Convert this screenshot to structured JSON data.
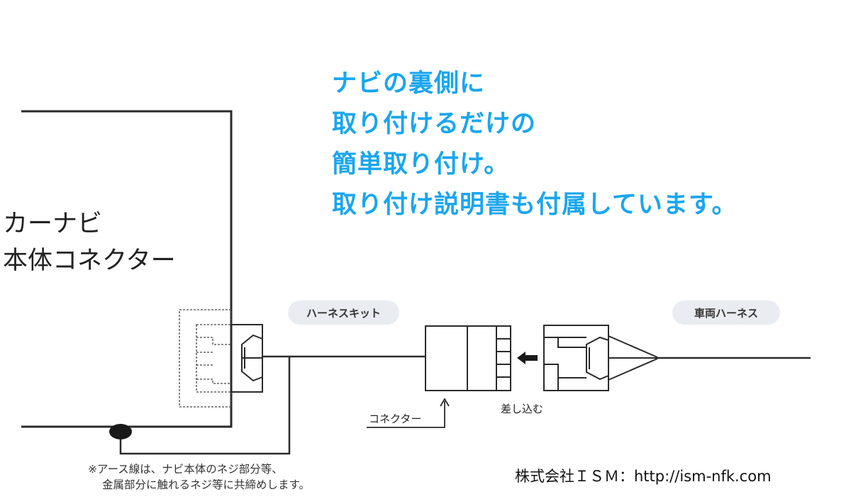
{
  "headline": {
    "line1": "ナビの裏側に",
    "line2": "取り付けるだけの",
    "line3": "簡単取り付け。",
    "line4": "取り付け説明書も付属しています。"
  },
  "navi_unit": {
    "line1": "カーナビ",
    "line2": "本体コネクター"
  },
  "labels": {
    "harness_kit": "ハーネスキット",
    "vehicle_harness": "車両ハーネス",
    "connector": "コネクター",
    "insert": "差し込む"
  },
  "note": {
    "line1": "※アース線は、ナビ本体のネジ部分等、",
    "line2": "金属部分に触れるネジ等に共締めします。"
  },
  "company": "株式会社ＩＳＭ：http://ism-nfk.com",
  "colors": {
    "headline": "#1aa6ee",
    "line": "#2a2a2a",
    "pill": "#e9ecf1"
  }
}
